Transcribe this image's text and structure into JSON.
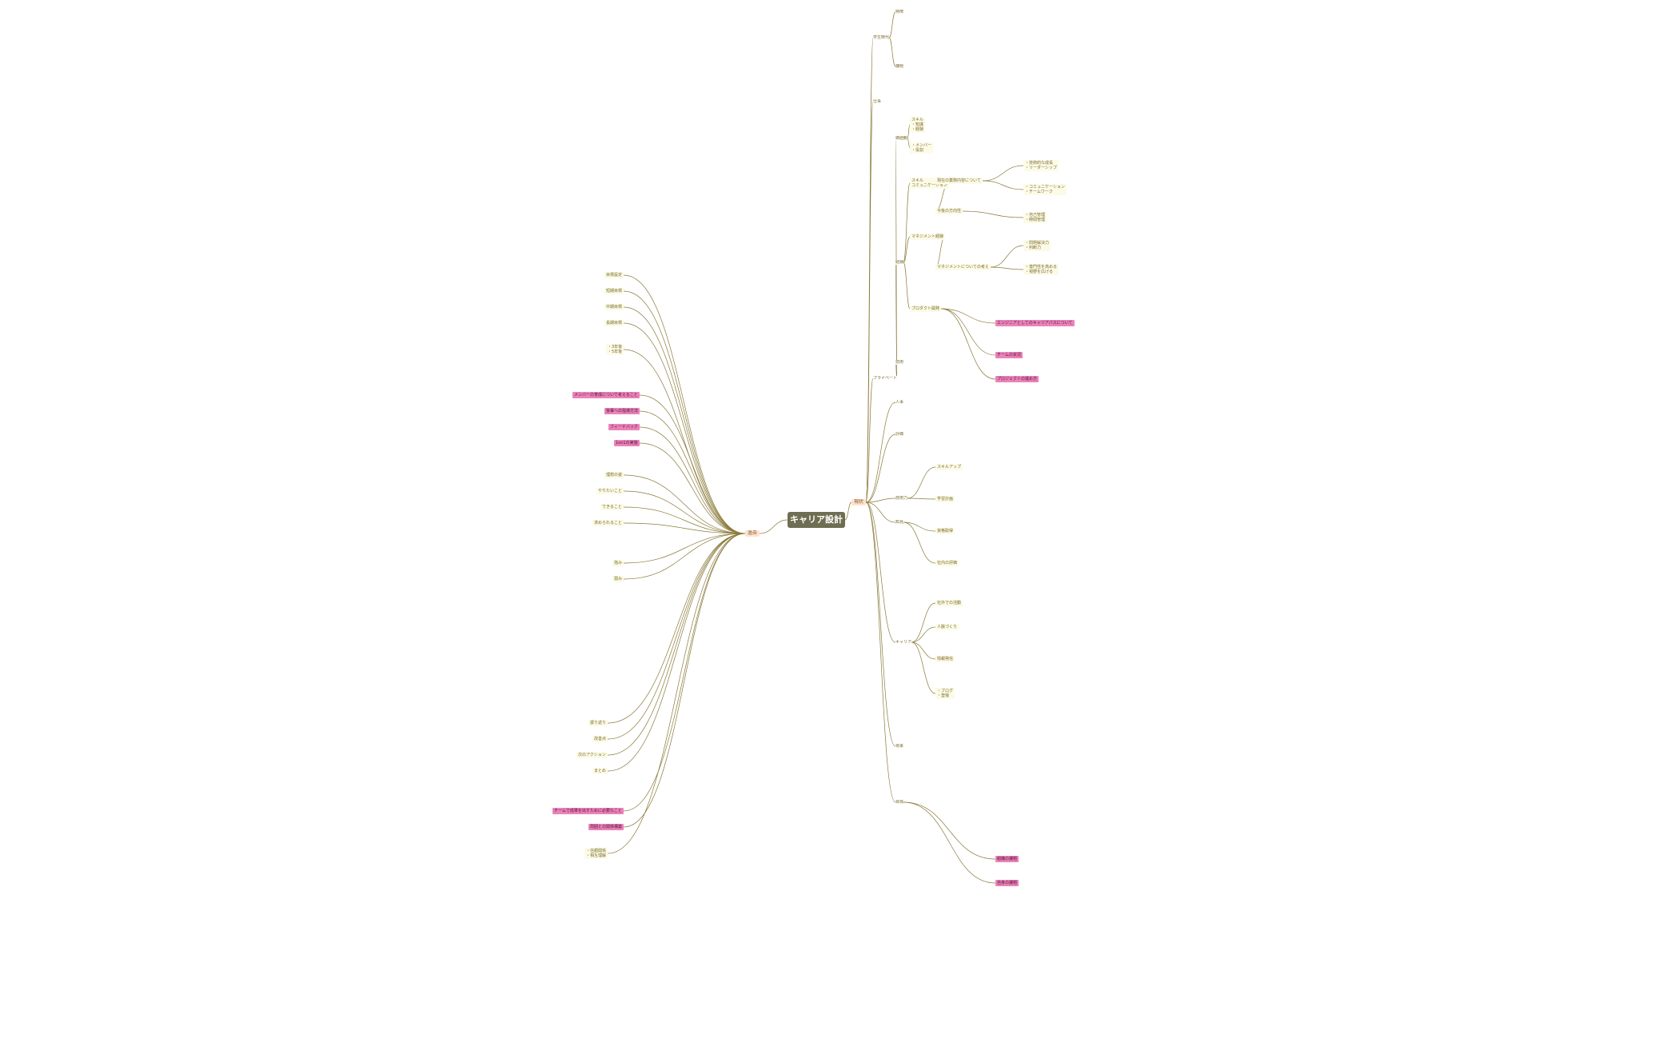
{
  "root": "キャリア設計",
  "colors": {
    "line": "#8a7a3a",
    "root_bg": "#6d6e52",
    "plain_bg": "#fcfbe8",
    "pink_bg": "#e983b9",
    "branch_bg": "#fde3cf"
  },
  "nodes": [
    {
      "t": "現状",
      "s": 3
    },
    {
      "t": "過去",
      "s": 3
    },
    {
      "t": "学生時代",
      "s": 0
    },
    {
      "t": "仕事",
      "s": 0
    },
    {
      "t": "プライベート",
      "s": 0
    },
    {
      "t": "特徴",
      "s": 0
    },
    {
      "t": "課題",
      "s": 0
    },
    {
      "t": "価値観",
      "s": 0
    },
    {
      "t": "経験",
      "s": 0
    },
    {
      "t": "技術",
      "s": 0
    },
    {
      "t": "スキル\n・知識\n・経験",
      "s": 1
    },
    {
      "t": "・メンバー\n・役割",
      "s": 1
    },
    {
      "t": "スキル\nコミュニケーション",
      "s": 1
    },
    {
      "t": "マネジメント経験",
      "s": 1
    },
    {
      "t": "プロダクト開発",
      "s": 1
    },
    {
      "t": "人事",
      "s": 0
    },
    {
      "t": "評価",
      "s": 0
    },
    {
      "t": "技術力",
      "s": 0
    },
    {
      "t": "知見",
      "s": 0
    },
    {
      "t": "キャリア",
      "s": 0
    },
    {
      "t": "将来",
      "s": 0
    },
    {
      "t": "目標",
      "s": 0
    },
    {
      "t": "現在の業務内容について",
      "s": 1
    },
    {
      "t": "今後の方向性",
      "s": 1
    },
    {
      "t": "マネジメントについての考え",
      "s": 1
    },
    {
      "t": "エンジニアとしてのキャリアパスについて",
      "s": 2
    },
    {
      "t": "チームの状況",
      "s": 2
    },
    {
      "t": "プロジェクトの進め方",
      "s": 2
    },
    {
      "t": "組織の課題",
      "s": 2
    },
    {
      "t": "自身の課題",
      "s": 2
    },
    {
      "t": "・技術的な成長\n・リーダーシップ",
      "s": 1
    },
    {
      "t": "・コミュニケーション\n・チームワーク",
      "s": 1
    },
    {
      "t": "・自己管理\n・時間管理",
      "s": 1
    },
    {
      "t": "・問題解決力\n・判断力",
      "s": 1
    },
    {
      "t": "・専門性を高める\n・視野を広げる",
      "s": 1
    },
    {
      "t": "スキルアップ",
      "s": 1
    },
    {
      "t": "学習計画",
      "s": 1
    },
    {
      "t": "資格取得",
      "s": 1
    },
    {
      "t": "社内の評価",
      "s": 1
    },
    {
      "t": "社外での活動",
      "s": 1
    },
    {
      "t": "人脈づくり",
      "s": 1
    },
    {
      "t": "情報発信",
      "s": 1
    },
    {
      "t": "・ブログ\n・登壇",
      "s": 1
    },
    {
      "t": "メンバーの育成について考えること",
      "s": 2
    },
    {
      "t": "後輩への指導方法",
      "s": 2
    },
    {
      "t": "フィードバック",
      "s": 2
    },
    {
      "t": "1on1の実施",
      "s": 2
    },
    {
      "t": "目標設定",
      "s": 1
    },
    {
      "t": "短期目標",
      "s": 1
    },
    {
      "t": "中期目標",
      "s": 1
    },
    {
      "t": "長期目標",
      "s": 1
    },
    {
      "t": "・3年後\n・5年後",
      "s": 1
    },
    {
      "t": "理想の姿",
      "s": 1
    },
    {
      "t": "やりたいこと",
      "s": 1
    },
    {
      "t": "できること",
      "s": 1
    },
    {
      "t": "求められること",
      "s": 1
    },
    {
      "t": "強み",
      "s": 1
    },
    {
      "t": "弱み",
      "s": 1
    },
    {
      "t": "チームで成果を出すために必要なこと",
      "s": 2
    },
    {
      "t": "周囲との関係構築",
      "s": 2
    },
    {
      "t": "・信頼関係\n・相互理解",
      "s": 1
    },
    {
      "t": "振り返り",
      "s": 1
    },
    {
      "t": "改善点",
      "s": 1
    },
    {
      "t": "次のアクション",
      "s": 1
    },
    {
      "t": "まとめ",
      "s": 1
    }
  ]
}
